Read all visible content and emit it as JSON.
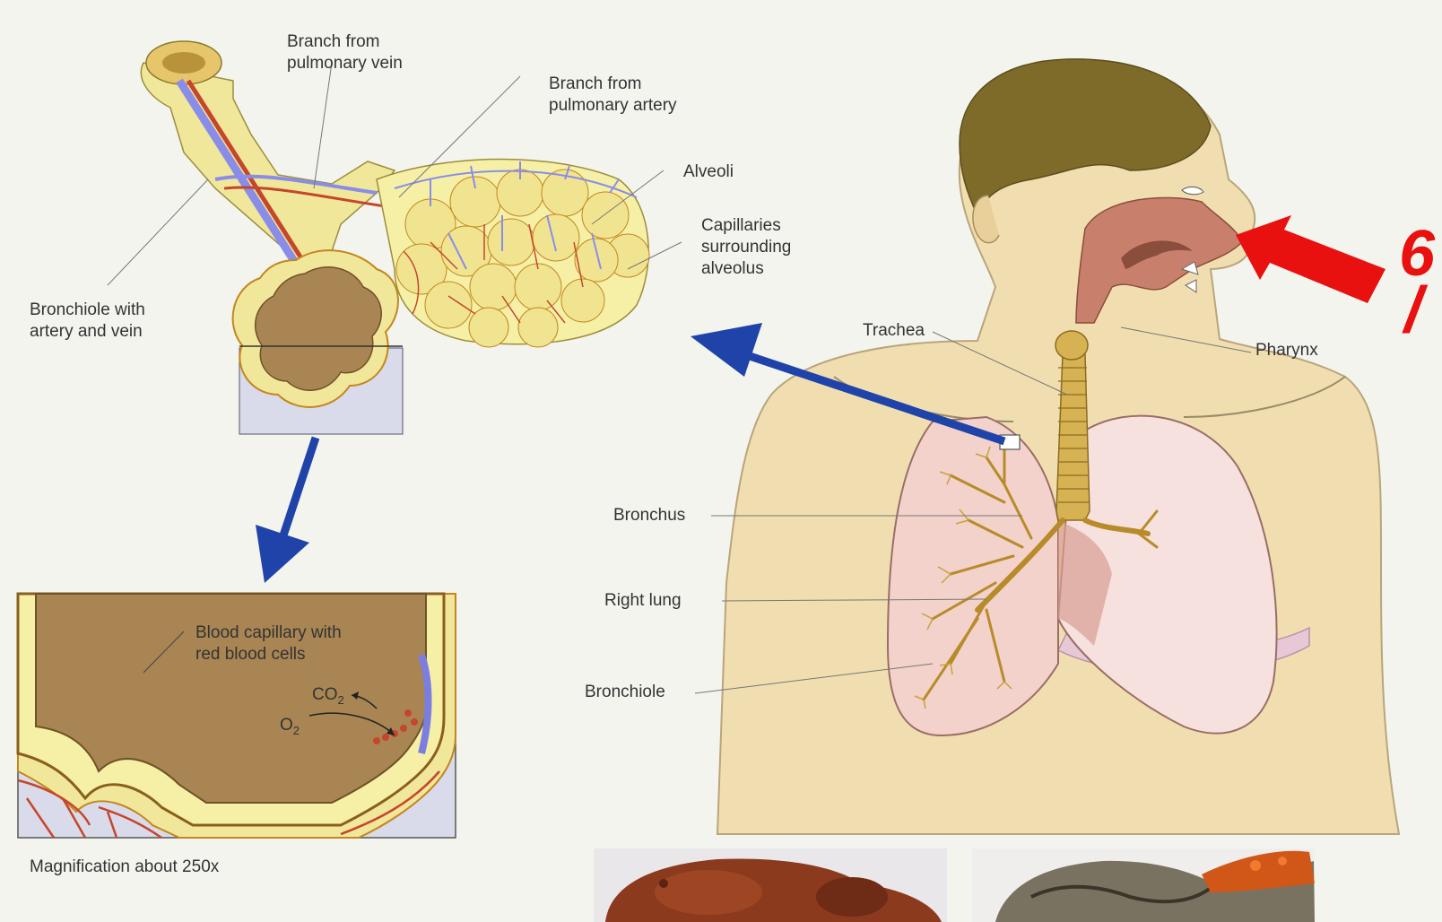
{
  "labels": {
    "branch_vein": [
      "Branch from",
      "pulmonary vein"
    ],
    "branch_artery": [
      "Branch from",
      "pulmonary artery"
    ],
    "alveoli": "Alveoli",
    "capillaries": [
      "Capillaries",
      "surrounding",
      "alveolus"
    ],
    "bronchiole_artery_vein": [
      "Bronchiole with",
      "artery and vein"
    ],
    "trachea": "Trachea",
    "pharynx": "Pharynx",
    "bronchus": "Bronchus",
    "right_lung": "Right lung",
    "bronchiole": "Bronchiole",
    "blood_capillary": [
      "Blood capillary with",
      "red blood cells"
    ],
    "co2_base": "CO",
    "co2_sub": "2",
    "o2_base": "O",
    "o2_sub": "2",
    "magnification": "Magnification about 250x"
  },
  "overlay_text": {
    "line1": "6",
    "line2": "/"
  },
  "colors": {
    "skin": "#f1deb0",
    "hair": "#7e6b2a",
    "airway": "#d7b253",
    "lung_left_fill": "#f3d2cb",
    "lung_right_fill": "#f6e1de",
    "nasal_cavity": "#c8806d",
    "alveolus_fill": "#f6f0a6",
    "alveolus_inner": "#a98553",
    "vein_blue": "#8a8de8",
    "artery_red": "#c5462b",
    "pointer_blue": "#1f43a8",
    "pointer_red": "#e8110f"
  }
}
